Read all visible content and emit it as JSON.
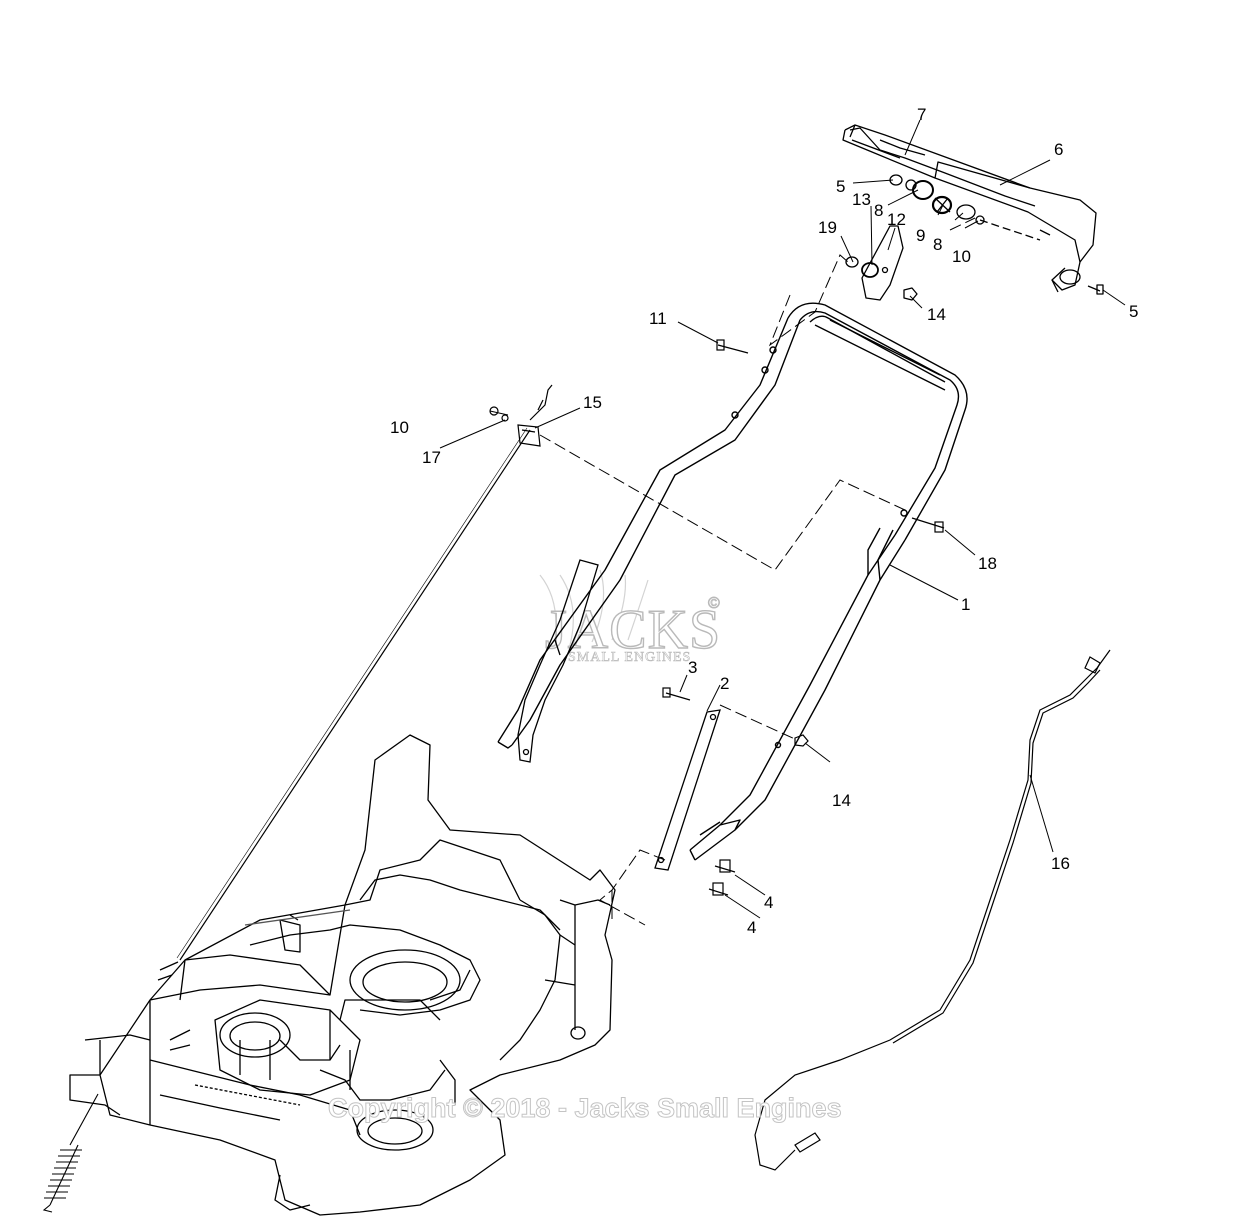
{
  "watermark": {
    "logo": "JACKS",
    "logo_registered": "©",
    "logo_subtitle": "SMALL ENGINES",
    "copyright": "Copyright © 2018 - Jacks Small Engines"
  },
  "callouts": [
    {
      "id": "c1",
      "label": "1"
    },
    {
      "id": "c2",
      "label": "2"
    },
    {
      "id": "c3",
      "label": "3"
    },
    {
      "id": "c4a",
      "label": "4"
    },
    {
      "id": "c4b",
      "label": "4"
    },
    {
      "id": "c5a",
      "label": "5"
    },
    {
      "id": "c5b",
      "label": "5"
    },
    {
      "id": "c6",
      "label": "6"
    },
    {
      "id": "c7",
      "label": "7"
    },
    {
      "id": "c8a",
      "label": "8"
    },
    {
      "id": "c8b",
      "label": "8"
    },
    {
      "id": "c9",
      "label": "9"
    },
    {
      "id": "c10a",
      "label": "10"
    },
    {
      "id": "c10b",
      "label": "10"
    },
    {
      "id": "c11",
      "label": "11"
    },
    {
      "id": "c12",
      "label": "12"
    },
    {
      "id": "c13",
      "label": "13"
    },
    {
      "id": "c14a",
      "label": "14"
    },
    {
      "id": "c14b",
      "label": "14"
    },
    {
      "id": "c15",
      "label": "15"
    },
    {
      "id": "c16",
      "label": "16"
    },
    {
      "id": "c17",
      "label": "17"
    },
    {
      "id": "c18",
      "label": "18"
    },
    {
      "id": "c19",
      "label": "19"
    }
  ]
}
